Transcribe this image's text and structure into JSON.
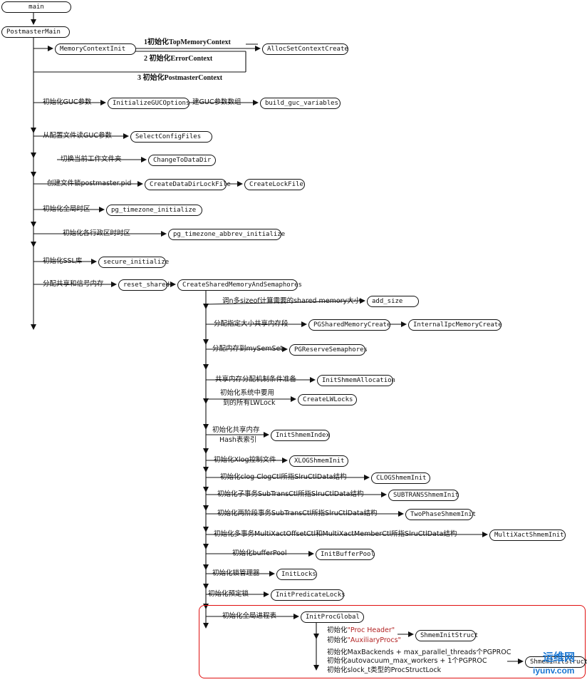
{
  "nodes": {
    "main": "main",
    "postmaster_main": "PostmasterMain",
    "memory_context_init": "MemoryContextInit",
    "alloc_set_context_create": "AllocSetContextCreate",
    "initialize_guc_options": "InitializeGUCOptions",
    "build_guc_variables": "build_guc_variables",
    "select_config_files": "SelectConfigFiles",
    "change_to_data_dir": "ChangeToDataDir",
    "create_data_dir_lock_file": "CreateDataDirLockFile",
    "create_lock_file": "CreateLockFile",
    "pg_timezone_initialize": "pg_timezone_initialize",
    "pg_timezone_abbrev_initialize": "pg_timezone_abbrev_initialize",
    "secure_initialize": "secure_initialize",
    "reset_shared": "reset_shared",
    "create_shared_memory_and_semaphores": "CreateSharedMemoryAndSemaphores",
    "add_size": "add_size",
    "pg_shared_memory_create": "PGSharedMemoryCreate",
    "internal_ipc_memory_create": "InternalIpcMemoryCreate",
    "pg_reserve_semaphores": "PGReserveSemaphores",
    "init_shmem_allocation": "InitShmemAllocation",
    "create_lw_locks": "CreateLWLocks",
    "init_shmem_index": "InitShmemIndex",
    "xlog_shmem_init": "XLOGShmemInit",
    "clog_shmem_init": "CLOGShmemInit",
    "subtrans_shmem_init": "SUBTRANSShmemInit",
    "two_phase_shmem_init": "TwoPhaseShmemInit",
    "multixact_shmem_init": "MultiXactShmemInit",
    "init_buffer_pool": "InitBufferPool",
    "init_locks": "InitLocks",
    "init_predicate_locks": "InitPredicateLocks",
    "init_proc_global": "InitProcGlobal",
    "shmem_init_struct_1": "ShmemInitStruct",
    "shmem_init_struct_2": "ShmemInitStruct"
  },
  "labels": {
    "init_top_memory_context": "1初始化TopMemoryContext",
    "init_error_context": "2 初始化ErrorContext",
    "init_postmaster_context": "3 初始化PostmasterContext",
    "init_guc_params": "初始化GUC参数",
    "build_guc_array": "建GUC参数数组",
    "read_guc_from_config": "从配置文件读GUC参数",
    "switch_work_dir": "切换当前工作文件夹",
    "create_lock_file": "创建文件锁postmaster.pid",
    "init_global_timezone": "初始化全局时区",
    "init_region_timezone": "初始化各行政区时时区",
    "init_ssl": "初始化SSL库",
    "alloc_shared_and_signal": "分配共享和信号内存",
    "calc_shared_memory_size": "调n多sizeof计算需要的shared memory大小",
    "alloc_shared_segment": "分配指定大小共享内存段",
    "alloc_to_mysemset": "分配内存到mySemSet",
    "shared_alloc_prep": "共享内存分配机制条件准备",
    "init_lwlocks_line1": "初始化系统中要用",
    "init_lwlocks_line2": "到的所有LWLock",
    "init_shmem_hash_line1": "初始化共享内存",
    "init_shmem_hash_line2": "Hash表索引",
    "init_xlog_ctrl": "初始化Xlog控制文件",
    "init_clog": "初始化clog ClogCtl所指SlruCtlData结构",
    "init_subtrans": "初始化子事务SubTransCtl所指SlruCtlData结构",
    "init_twophase": "初始化两阶段事务SubTransCtl所指SlruCtlData结构",
    "init_multixact": "初始化多事务MultiXactOffsetCtl和MultiXactMemberCtl所指SlruCtlData结构",
    "init_buffer_pool": "初始化bufferPool",
    "init_lock_manager": "初始化锁管理器",
    "init_predicate_lock": "初始化预定锁",
    "init_global_proc_table": "初始化全局进程表",
    "init_proc_header_prefix": "初始化",
    "init_proc_header_value": "\"Proc Header\"",
    "init_aux_procs_prefix": "初始化",
    "init_aux_procs_value": "\"AuxiliaryProcs\"",
    "init_max_backends": "初始化MaxBackends + max_parallel_threads个PGPROC",
    "init_autovacuum": "初始化autovacuum_max_workers + 1个PGPROC",
    "init_slock": "初始化slock_t类型的ProcStructLock"
  },
  "watermark": {
    "text_top": "运维网",
    "text_bottom": "iyunv.com"
  },
  "colors": {
    "highlight_border": "#e01010",
    "red_text": "#b22222",
    "watermark": "#1976d2"
  }
}
